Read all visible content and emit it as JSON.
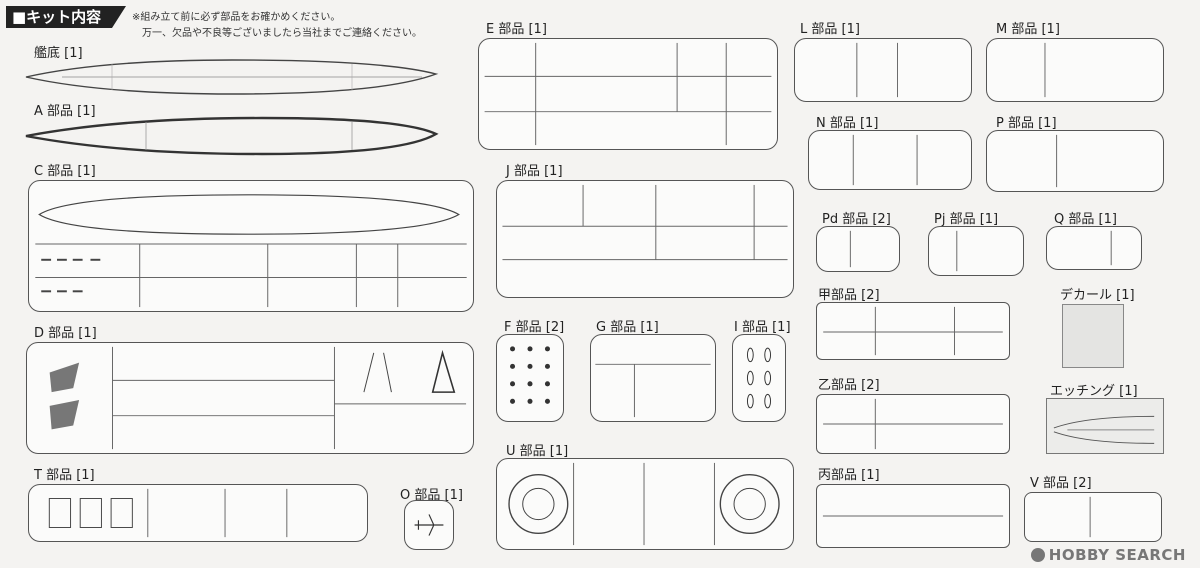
{
  "header": {
    "title": "■キット内容"
  },
  "notice": {
    "line1": "※組み立て前に必ず部品をお確かめください。",
    "line2": "万一、欠品や不良等ございましたら当社までご連絡ください。"
  },
  "parts": {
    "hull": "艦底 [1]",
    "a": "A 部品 [1]",
    "c": "C 部品 [1]",
    "d": "D 部品 [1]",
    "t": "T 部品 [1]",
    "o": "O 部品 [1]",
    "e": "E 部品 [1]",
    "j": "J 部品 [1]",
    "f": "F 部品 [2]",
    "g": "G 部品 [1]",
    "i": "I 部品 [1]",
    "u": "U 部品 [1]",
    "l": "L 部品 [1]",
    "m": "M 部品 [1]",
    "n": "N 部品 [1]",
    "p": "P 部品 [1]",
    "pd": "Pd 部品 [2]",
    "pj": "Pj 部品 [1]",
    "q": "Q 部品 [1]",
    "ko": "甲部品 [2]",
    "otsu": "乙部品 [2]",
    "hei": "丙部品 [1]",
    "decal": "デカール [1]",
    "etching": "エッチング [1]",
    "v": "V 部品 [2]"
  },
  "watermark": "HOBBY SEARCH"
}
